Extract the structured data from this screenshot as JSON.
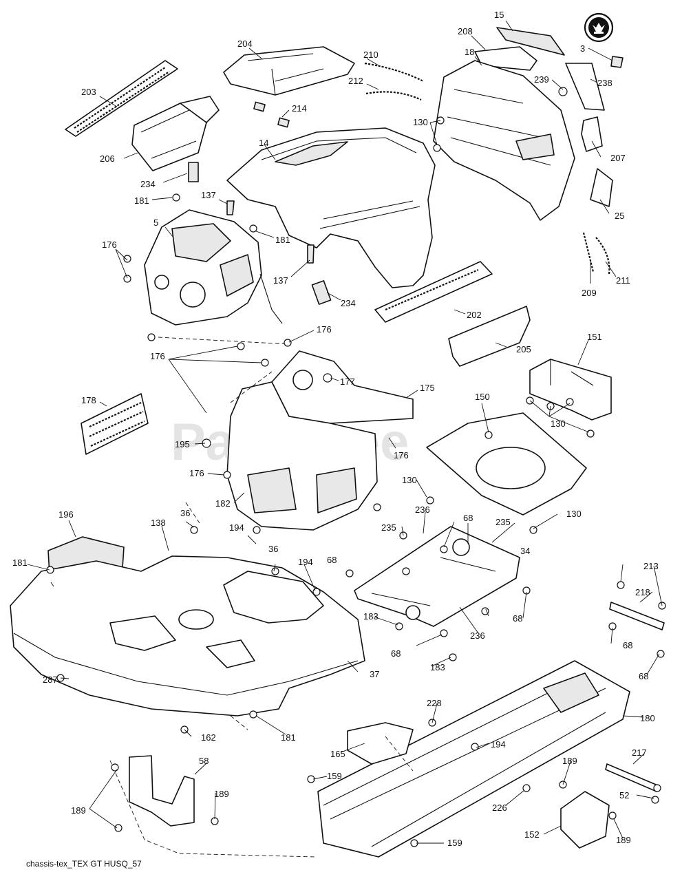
{
  "diagram": {
    "caption": "chassis-tex_TEX GT HUSQ_57",
    "watermark": "PartsTree",
    "colors": {
      "line": "#111111",
      "paper": "#ffffff",
      "watermark": "#cfcfcf"
    },
    "logo_icon": "husqvarna-crown-logo-icon",
    "callouts": [
      "15",
      "208",
      "3",
      "204",
      "18",
      "210",
      "212",
      "239",
      "238",
      "203",
      "214",
      "130",
      "206",
      "207",
      "14",
      "234",
      "181",
      "137",
      "5",
      "181",
      "25",
      "176",
      "137",
      "234",
      "209",
      "211",
      "202",
      "176",
      "176",
      "205",
      "151",
      "177",
      "175",
      "178",
      "150",
      "130",
      "195",
      "176",
      "176",
      "182",
      "130",
      "130",
      "196",
      "138",
      "36",
      "236",
      "68",
      "181",
      "194",
      "235",
      "68",
      "235",
      "36",
      "194",
      "34",
      "213",
      "218",
      "183",
      "68",
      "236",
      "68",
      "183",
      "68",
      "287",
      "37",
      "68",
      "228",
      "180",
      "162",
      "181",
      "165",
      "194",
      "58",
      "189",
      "217",
      "159",
      "189",
      "189",
      "226",
      "52",
      "159",
      "152",
      "189"
    ]
  }
}
